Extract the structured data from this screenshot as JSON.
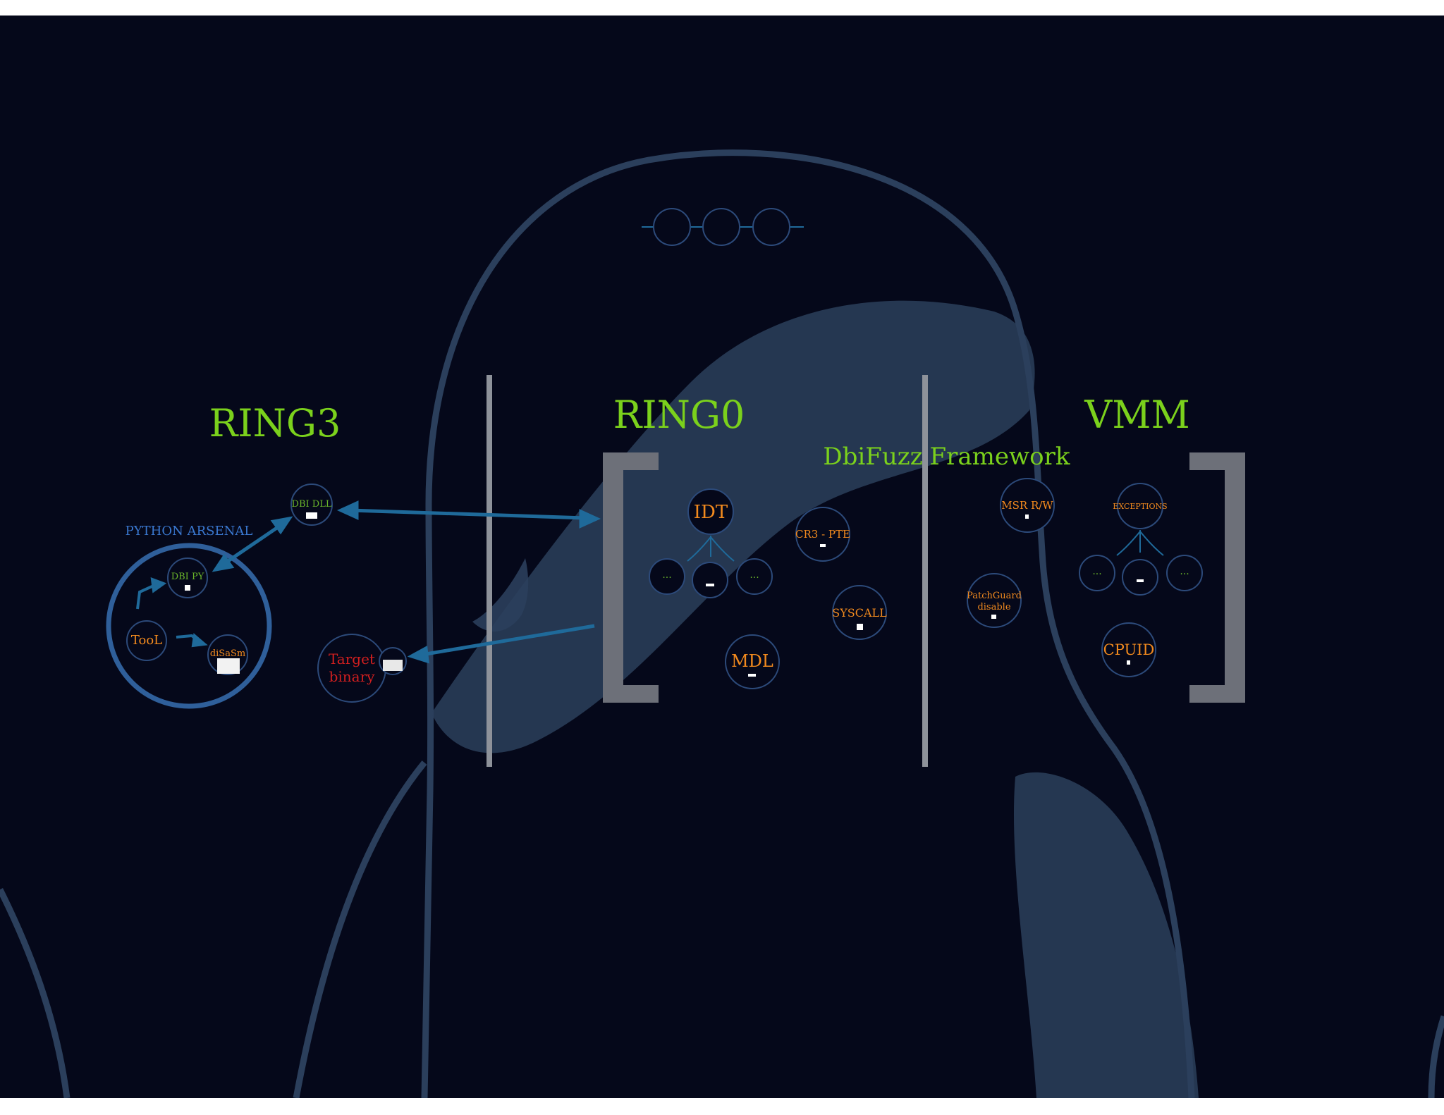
{
  "colors": {
    "background": "#05081a",
    "silhouette": "#2b3f5c",
    "section_heading": "#7bd11c",
    "arrow": "#1f6a9a",
    "circle_stroke": "#2c4a7a",
    "label_orange": "#f28a1e",
    "label_red": "#d21f1f",
    "label_green": "#6ab52a",
    "label_blue": "#3a78d0",
    "divider": "#8e929a",
    "bracket": "#6d7079"
  },
  "sections": {
    "ring3": "RING3",
    "ring0": "RING0",
    "vmm": "VMM"
  },
  "framework": {
    "word1": "DbiFuzz",
    "word2": "Framework"
  },
  "ring3": {
    "python_arsenal": "PYTHON ARSENAL",
    "dbi_py": "DBI PY",
    "tool": "TooL",
    "disasm": "diSaSm",
    "dbi_dll": "DBI DLL",
    "target_line1": "Target",
    "target_line2": "binary"
  },
  "ring0": {
    "idt": "IDT",
    "idt_left": "...",
    "idt_right": "...",
    "cr3_pte": "CR3 - PTE",
    "syscall": "SYSCALL",
    "mdl": "MDL"
  },
  "vmm": {
    "msr": "MSR R/W",
    "patchguard_line1": "PatchGuard",
    "patchguard_line2": "disable",
    "exceptions": "EXCEPTIONS",
    "exc_left": "...",
    "exc_right": "...",
    "cpuid": "CPUID"
  },
  "icons": {
    "penguin_silhouette": "tux-silhouette-icon"
  }
}
